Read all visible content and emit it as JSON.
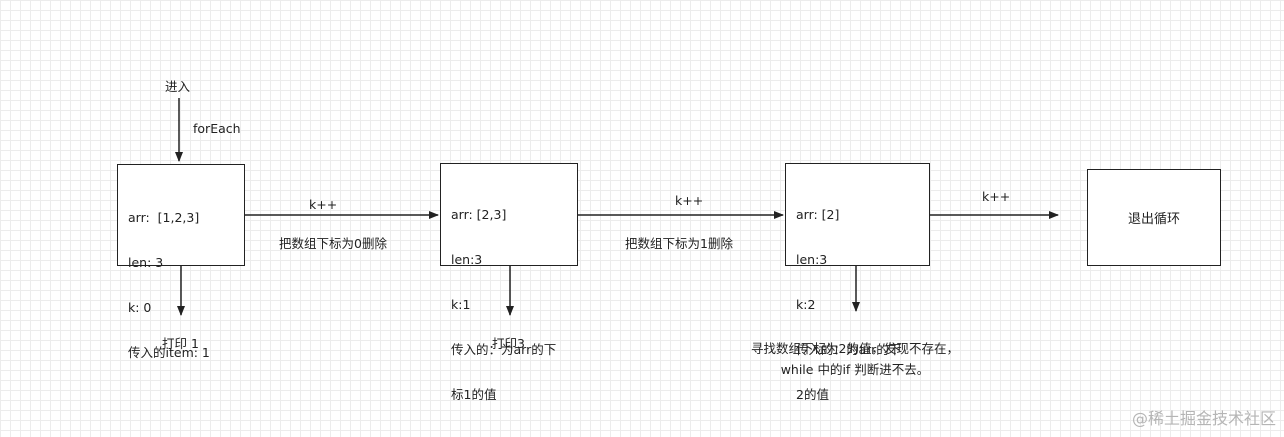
{
  "entry_label": "进入",
  "foreach_label": "forEach",
  "boxes": [
    {
      "line1": "arr:  [1,2,3]",
      "line2": "len: 3",
      "line3": "k: 0",
      "line4": "传入的item: 1"
    },
    {
      "line1": "arr: [2,3]",
      "line2": "len:3",
      "line3": "k:1",
      "line4": "传入的：为arr的下",
      "line5": "标1的值"
    },
    {
      "line1": "arr: [2]",
      "line2": "len:3",
      "line3": "k:2",
      "line4": "传入的：为arr的下",
      "line5": "2的值"
    },
    {
      "label": "退出循环"
    }
  ],
  "edges": [
    {
      "top_label": "k++",
      "bottom_label": "把数组下标为0删除"
    },
    {
      "top_label": "k++",
      "bottom_label": "把数组下标为1删除"
    },
    {
      "top_label": "k++"
    }
  ],
  "outputs": [
    {
      "label": "打印 1"
    },
    {
      "label": "打印3"
    },
    {
      "line1": "寻找数组下标为2的值，发现不存在，",
      "line2": "while 中的if 判断进不去。"
    }
  ],
  "watermark": "@稀土掘金技术社区",
  "colors": {
    "stroke": "#222222",
    "grid": "#ececec",
    "watermark": "#b5b5b5"
  }
}
